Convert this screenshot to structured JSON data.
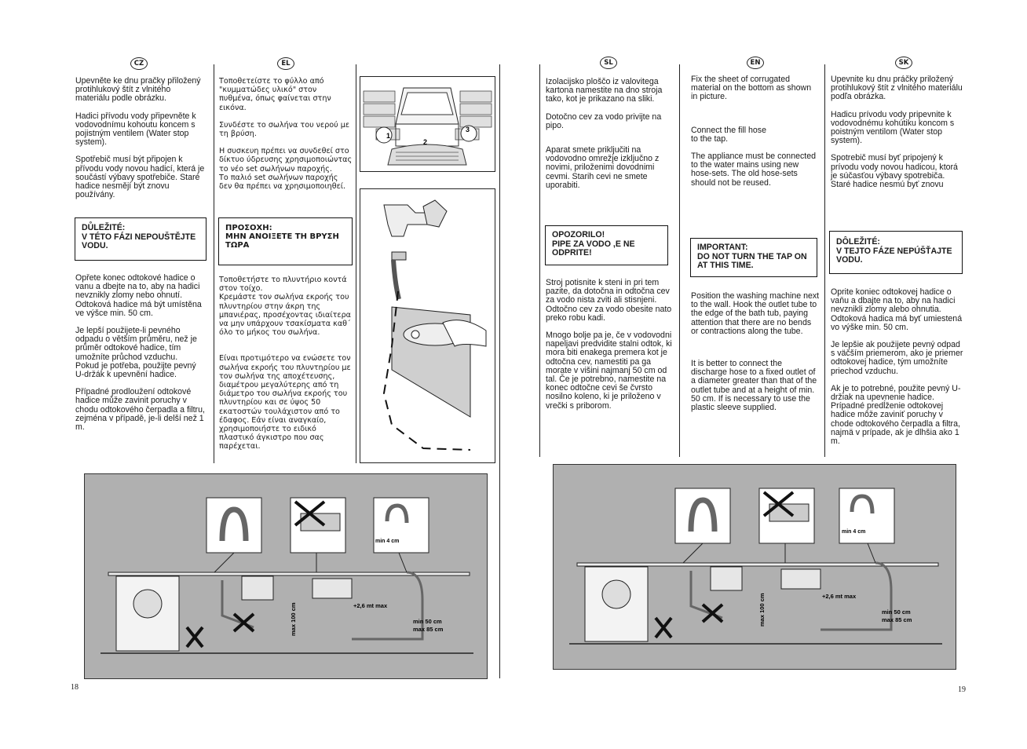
{
  "page_numbers": {
    "left": "18",
    "right": "19"
  },
  "languages": {
    "cz": "CZ",
    "el": "EL",
    "sl": "SL",
    "en": "EN",
    "sk": "SK"
  },
  "cz": {
    "p1": "Upevněte ke dnu pračky přiložený protihlukový štít z vlnitého materiálu podle obrázku.",
    "p2": "Hadici přívodu vody připevněte k vodovodnímu kohoutu koncem s pojistným ventilem (Water stop system).",
    "p3": "Spotřebič musí být připojen k přívodu vody novou hadicí, která je součástí výbavy spotřebiče. Staré hadice nesmějí být znovu používány.",
    "warn1": "DŮLEŽITÉ:",
    "warn2": "V TÉTO FÁZI NEPOUŠTĚJTE VODU.",
    "p4": "Opřete konec odtokové hadice o vanu a dbejte na to, aby na hadici nevznikly zlomy nebo ohnutí. Odtoková hadice má být umístěna ve výšce min. 50 cm.",
    "p5a": "Je lepší použijete-li pevného odpadu o větším průměru, než je průměr odtokové hadice, tím umožníte průchod vzduchu.",
    "p5b": "Pokud je potřeba, použijte pevný U-držák k upevnění hadice.",
    "p6": "Případné prodloužení odtokové hadice může zavinit poruchy v chodu odtokového čerpadla a filtru, zejména v případě, je-li delší než 1 m."
  },
  "el": {
    "p1": "Τοποθετείστε το φύλλο από \"κυμματώδες υλικό\" στον πυθμένα, όπως φαίνεται στην εικόνα.",
    "p2": "Συνδέστε το σωλήνα του νερού με τη βρύση.",
    "p3a": "Η συσκευη πρέπει να συνδεθεί στο δίκτυο ύδρευσης χρησιμοποιώντας το νέο set σωλήνων παροχής.",
    "p3b": "Το παλιό set σωλήνων παροχής δεν θα πρέπει να χρησιμοποιηθεί.",
    "warn1": "ΠΡΟΣΟΧΗ:",
    "warn2": "ΜΗΝ ΑΝΟΙΞΕΤΕ ΤΗ ΒΡΥΣΗ ΤΩΡΑ",
    "p4a": "Τοποθετήστε το πλυντήριο κοντά στον τοίχο.",
    "p4b": "Κρεμάστε τον σωλήνα εκροής του πλυντηρίου στην άκρη της μπανιέρας, προσέχοντας ιδιαίτερα να μην υπάρχουν τσακίσματα καθ΄ όλο το μήκος του σωλήνα.",
    "p5": "Είναι προτιμότερο να ενώσετε τον σωλήνα εκροής του πλυντηρίου με τον σωλήνα της αποχέτευσης, διαμέτρου μεγαλύτερης από τη διάμετρο του σωλήνα εκροής του πλυντηρίου και σε ύψος 50 εκατοστών τουλάχιστον από το έδαφος. Εάν είναι αναγκαίο, χρησιμοποιήστε το ειδικό πλαστικό άγκιστρο που σας παρέχεται."
  },
  "sl": {
    "p1": "Izolacijsko ploščo iz valovitega kartona namestite na dno stroja tako, kot je prikazano na sliki.",
    "p2": "Dotočno cev za vodo privijte na pipo.",
    "p3": "Aparat smete priključiti na vodovodno omrežje izključno z novimi, priloženimi dovodnimi cevmi. Starih cevi ne smete uporabiti.",
    "warn1": "OPOZORILO!",
    "warn2": "PIPE ZA VODO ,E NE ODPRITE!",
    "p4": "Stroj potisnite k steni in pri tem pazite, da dotočna in odtočna cev za vodo nista zviti ali stisnjeni. Odtočno cev za vodo obesite nato preko robu kadi.",
    "p5": "Mnogo bolje pa je, če v vodovodni napeljavi predvidite stalni odtok, ki mora biti enakega premera kot je odtočna cev, namestiti pa ga morate v višini najmanj 50 cm od tal. Če je potrebno, namestite na konec odtočne cevi še čvrsto nosilno koleno, ki je priloženo v vrečki s priborom."
  },
  "en": {
    "p1": "Fix the sheet of corrugated material on the bottom as shown in picture.",
    "p2a": "Connect the fill hose",
    "p2b": "to the tap.",
    "p3": "The appliance must be connected to the water mains using new hose-sets. The old hose-sets should not be reused.",
    "warn1": "IMPORTANT:",
    "warn2": "DO NOT TURN THE TAP ON AT THIS TIME.",
    "p4": "Position the washing machine next to the wall. Hook the outlet tube to the edge of the bath tub, paying attention that there are no bends or contractions along the tube.",
    "p5": "It is better to connect the discharge hose to a fixed outlet of a diameter greater than that of the outlet tube and at a height of min. 50 cm. If is necessary to use the plastic sleeve supplied."
  },
  "sk": {
    "p1": "Upevnite ku dnu práčky priložený protihlukový štít z vlnitého materiálu podľa obrázka.",
    "p2": "Hadicu prívodu vody pripevnite k vodovodnému kohútiku koncom s poistným ventilom (Water stop system).",
    "p3a": "Spotrebič musí byť pripojený k prívodu vody novou hadicou, ktorá",
    "p3b": "je súčasťou výbavy spotrebiča.",
    "p3c": "Staré hadice nesmú byť znovu",
    "warn1": "DÔLEŽITÉ:",
    "warn2": "V TEJTO FÁZE NEPÚŠŤAJTE VODU.",
    "p4": "Oprite koniec odtokovej hadice o vaňu a dbajte na to, aby na hadici nevznikli zlomy alebo ohnutia. Odtoková hadica má byť umiestená vo výške min. 50 cm.",
    "p5": "Je lepšie ak použijete pevný odpad s väčším priemerom, ako je priemer odtokovej hadice, tým umožníte priechod vzduchu.",
    "p6": "Ak je to potrebné, použite pevný U-držiak na upevnenie hadice. Prípadné predĺženie odtokovej hadice môže zaviniť poruchy v chode odtokového čerpadla a filtra, najmä v prípade, ak je dlhšia ako 1 m."
  },
  "figures": {
    "corrugated_labels": [
      "1",
      "2",
      "3"
    ],
    "left_drain": {
      "max_height": "max 100 cm",
      "tube_max": "+2,6 mt max",
      "min_height": "min 4 cm",
      "outlet_range1": "min 50 cm",
      "outlet_range2": "max 85 cm"
    },
    "right_drain": {
      "max_height": "max 100 cm",
      "tube_max": "+2,6 mt max",
      "min_height": "min 4 cm",
      "outlet_range1": "min 50 cm",
      "outlet_range2": "max 85 cm"
    }
  }
}
